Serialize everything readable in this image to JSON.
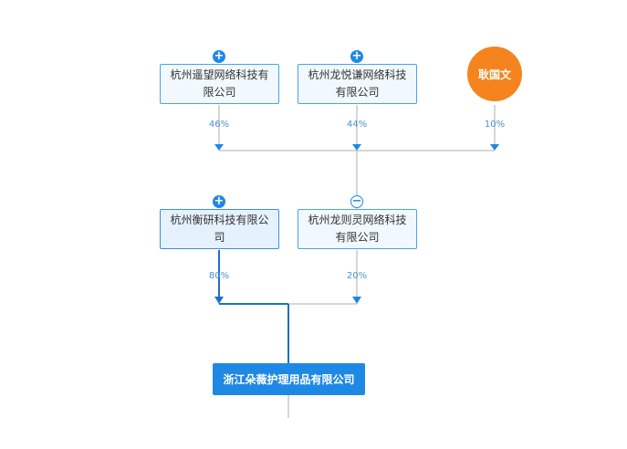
{
  "shareholders_top": [
    {
      "name_line1": "杭州遥望网络科技有",
      "name_line2": "限公司",
      "percent": "46%",
      "toggle": "+"
    },
    {
      "name_line1": "杭州龙悦谦网络科技",
      "name_line2": "有限公司",
      "percent": "44%",
      "toggle": "+"
    },
    {
      "name": "耿国文",
      "percent": "10%"
    }
  ],
  "shareholders_mid": [
    {
      "name_line1": "杭州衡研科技有限公",
      "name_line2": "司",
      "percent": "80%",
      "toggle": "+"
    },
    {
      "name_line1": "杭州龙则灵网络科技",
      "name_line2": "有限公司",
      "percent": "20%",
      "toggle": "−"
    }
  ],
  "target_company": "浙江朵薇护理用品有限公司",
  "colors": {
    "node_border": "#4aa3e8",
    "node_fill": "#f1f8fe",
    "line": "#c8c8c8",
    "active_line": "#1e6fc7",
    "arrow": "#1e88e5",
    "person": "#f5841f",
    "target": "#1e88e5"
  }
}
